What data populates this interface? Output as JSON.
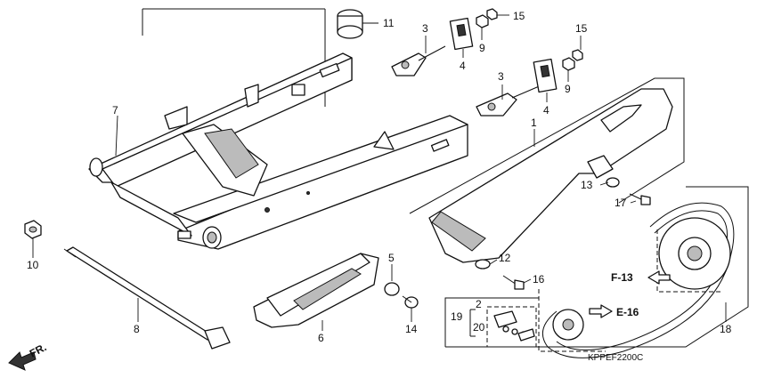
{
  "callouts": {
    "c1": "1",
    "c2": "2",
    "c3a": "3",
    "c3b": "3",
    "c4a": "4",
    "c4b": "4",
    "c5": "5",
    "c6": "6",
    "c7": "7",
    "c8": "8",
    "c9a": "9",
    "c9b": "9",
    "c10": "10",
    "c11": "11",
    "c12": "12",
    "c13": "13",
    "c14": "14",
    "c15a": "15",
    "c15b": "15",
    "c16": "16",
    "c17": "17",
    "c18": "18",
    "c19": "19",
    "c20": "20"
  },
  "references": {
    "f13": "F-13",
    "e16": "E-16"
  },
  "front_indicator": "FR.",
  "diagram_code": "KPPEF2200C"
}
